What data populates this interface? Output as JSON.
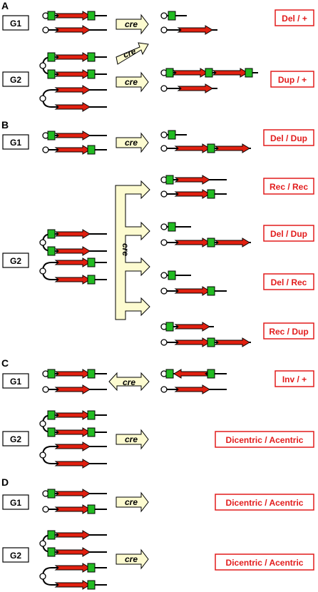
{
  "sections": {
    "A": {
      "label": "A",
      "g1": "G1",
      "g2": "G2",
      "cre": "cre",
      "results": [
        "Del / +",
        "Dup / +"
      ]
    },
    "B": {
      "label": "B",
      "g1": "G1",
      "g2": "G2",
      "cre": "cre",
      "results": [
        "Del / Dup",
        "Rec / Rec",
        "Del / Dup",
        "Del / Rec",
        "Rec / Dup"
      ]
    },
    "C": {
      "label": "C",
      "g1": "G1",
      "g2": "G2",
      "cre": "cre",
      "results": [
        "Inv / +",
        "Dicentric / Acentric"
      ]
    },
    "D": {
      "label": "D",
      "g1": "G1",
      "g2": "G2",
      "cre": "cre",
      "results": [
        "Dicentric / Acentric",
        "Dicentric / Acentric"
      ]
    }
  },
  "colors": {
    "gene": "#e02010",
    "lox": "#22bb22",
    "result": "#e21c1c",
    "cre_arrow": "#fdfbd0"
  }
}
